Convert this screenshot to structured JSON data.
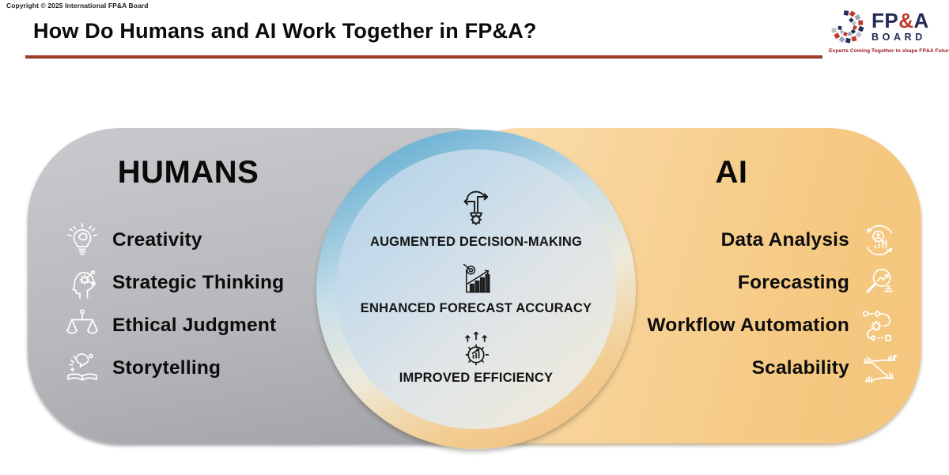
{
  "meta": {
    "copyright": "Copyright © 2025 International FP&A Board"
  },
  "header": {
    "title": "How Do Humans and AI Work Together in FP&A?"
  },
  "logo": {
    "fp": "FP",
    "amp": "&",
    "a": "A",
    "board": "BOARD",
    "tagline": "Experts Coming Together to shape FP&A Future"
  },
  "humans": {
    "heading": "HUMANS",
    "items": [
      {
        "label": "Creativity",
        "icon": "lightbulb-brain-icon"
      },
      {
        "label": "Strategic Thinking",
        "icon": "head-gear-icon"
      },
      {
        "label": "Ethical Judgment",
        "icon": "balance-scale-icon"
      },
      {
        "label": "Storytelling",
        "icon": "storybook-icon"
      }
    ]
  },
  "ai": {
    "heading": "AI",
    "items": [
      {
        "label": "Data Analysis",
        "icon": "data-analysis-icon"
      },
      {
        "label": "Forecasting",
        "icon": "forecasting-icon"
      },
      {
        "label": "Workflow Automation",
        "icon": "workflow-automation-icon"
      },
      {
        "label": "Scalability",
        "icon": "scalability-icon"
      }
    ]
  },
  "center": {
    "items": [
      {
        "label": "AUGMENTED DECISION-MAKING",
        "icon": "decision-arrows-gear-icon"
      },
      {
        "label": "ENHANCED FORECAST ACCURACY",
        "icon": "target-bar-chart-icon"
      },
      {
        "label": "IMPROVED EFFICIENCY",
        "icon": "gear-growth-arrows-icon"
      }
    ]
  },
  "colors": {
    "title_underline": "#a5402b",
    "humans_panel_top": "#c9cacd",
    "humans_panel_bottom": "#a0a1a7",
    "ai_panel": "#f5c981",
    "circle_blue": "#4fa3cc",
    "circle_orange": "#f2bf7e",
    "logo_navy": "#232c55",
    "logo_red": "#c0392b"
  }
}
